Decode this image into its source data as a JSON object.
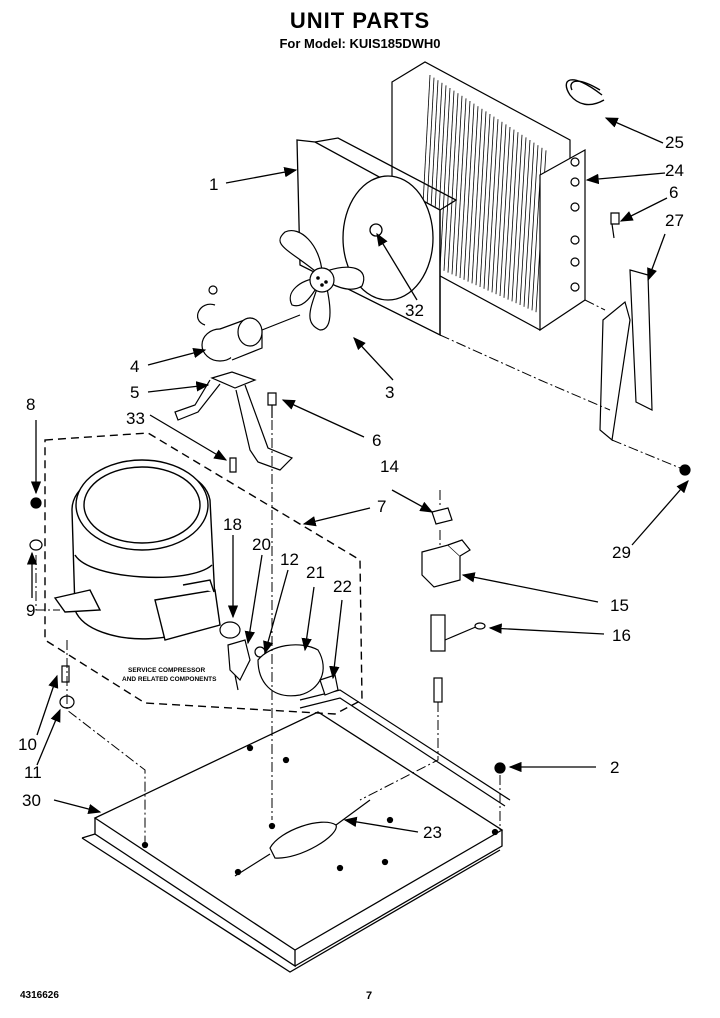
{
  "header": {
    "title": "UNIT PARTS",
    "subtitle": "For Model: KUIS185DWH0"
  },
  "footer": {
    "doc_number": "4316626",
    "page_number": "7"
  },
  "note": {
    "line1": "SERVICE COMPRESSOR",
    "line2": "AND RELATED COMPONENTS"
  },
  "callouts": {
    "c1": "1",
    "c2": "2",
    "c3": "3",
    "c4": "4",
    "c5": "5",
    "c6a": "6",
    "c6b": "6",
    "c7": "7",
    "c8": "8",
    "c9": "9",
    "c10": "10",
    "c11": "11",
    "c12": "12",
    "c14": "14",
    "c15": "15",
    "c16": "16",
    "c18": "18",
    "c20": "20",
    "c21": "21",
    "c22": "22",
    "c23": "23",
    "c24": "24",
    "c25": "25",
    "c27": "27",
    "c29": "29",
    "c30": "30",
    "c32": "32",
    "c33": "33"
  }
}
